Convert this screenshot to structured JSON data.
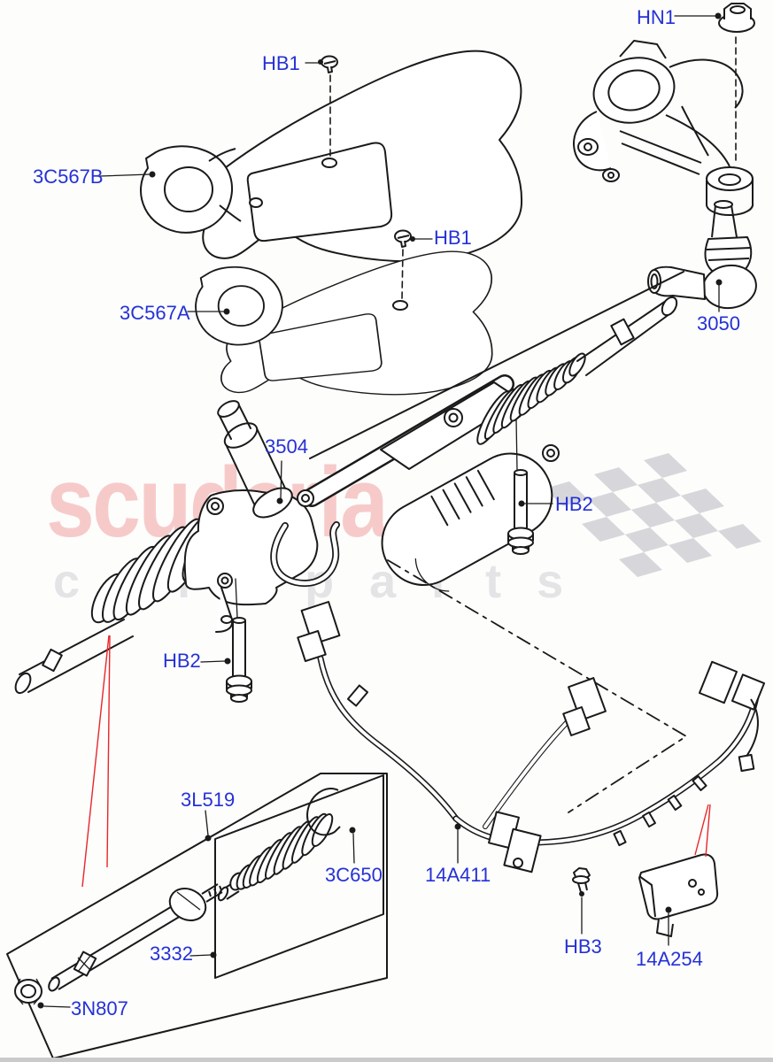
{
  "watermark": {
    "brand": "scuderia",
    "tagline": "car parts"
  },
  "colors": {
    "page_bg": "#fdfdfc",
    "label_blue": "#2531d6",
    "line_black": "#1a1a1a",
    "leader_red": "#e8262a",
    "watermark_pink": "#f7caca",
    "watermark_gray": "#e4e4e7",
    "flag_gray": "#d7d7db",
    "footer_gray": "#cacaca"
  },
  "labels": {
    "hb1_top": "HB1",
    "hn1": "HN1",
    "shield_upper": "3C567B",
    "shield_lower": "3C567A",
    "hb1_mid": "HB1",
    "tie_rod_end": "3050",
    "steering_gear": "3504",
    "hb2_right": "HB2",
    "hb2_left": "HB2",
    "boot_kit": "3L519",
    "clamp_ring": "3C650",
    "inner_tie_rod": "3332",
    "lock_nut": "3N807",
    "wiring_harness": "14A411",
    "hb3": "HB3",
    "bracket": "14A254"
  }
}
